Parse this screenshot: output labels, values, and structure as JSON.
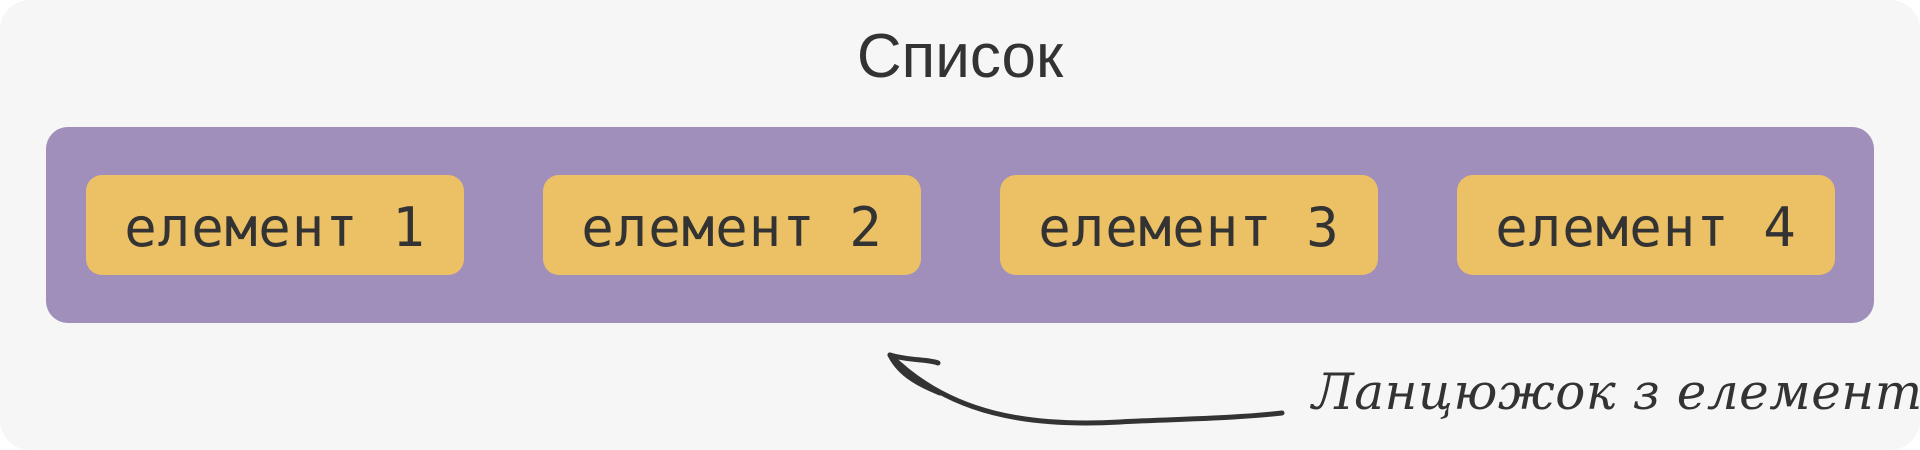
{
  "diagram": {
    "title": "Список",
    "elements": [
      {
        "label": "елемент 1"
      },
      {
        "label": "елемент 2"
      },
      {
        "label": "елемент 3"
      },
      {
        "label": "елемент 4"
      }
    ],
    "caption": "Ланцюжок з елементів",
    "colors": {
      "background": "#f6f6f6",
      "list_container": "#a08fbb",
      "element_box": "#ecc064",
      "text": "#333333"
    }
  }
}
